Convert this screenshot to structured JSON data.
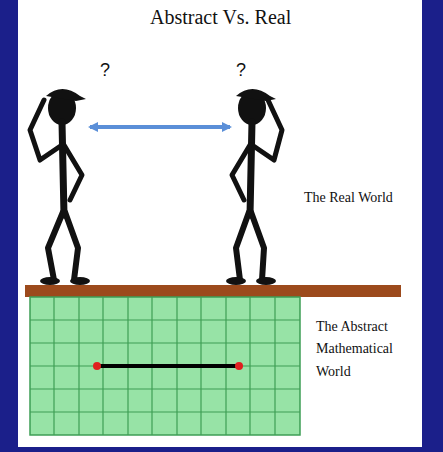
{
  "diagram": {
    "title": "Abstract Vs. Real",
    "labels": [
      "?",
      "?",
      "The Real World",
      "The Abstract Mathematical World"
    ]
  }
}
